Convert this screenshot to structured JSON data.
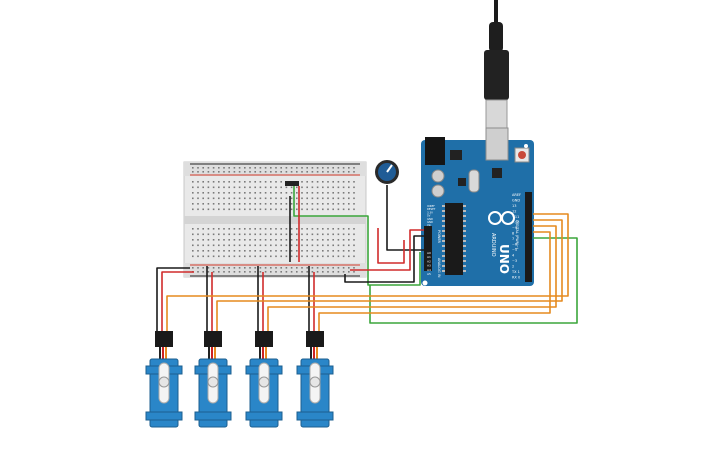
{
  "arduino": {
    "brand": "UNO",
    "maker_text": "ARDUINO",
    "header_digital": "DIGITAL (PWM~)",
    "header_power": "POWER",
    "header_analog": "ANALOG IN",
    "power_pins": [
      "IOREF",
      "RESET",
      "3.3V",
      "5V",
      "GND",
      "GND",
      "Vin"
    ],
    "analog_pins": [
      "A0",
      "A1",
      "A2",
      "A3",
      "A4",
      "A5"
    ],
    "digital_pins": [
      "AREF",
      "GND",
      "13",
      "12",
      "~11",
      "~10",
      "~9",
      "8",
      "7",
      "~6",
      "~5",
      "4",
      "~3",
      "2",
      "TX 1",
      "RX 0"
    ],
    "board_color": "#1f6fa8"
  },
  "breadboard": {
    "rail_positive_color": "#d23a2a",
    "rail_negative_color": "#222222"
  },
  "potentiometer": {
    "knob_color": "#1f5c96"
  },
  "servos": {
    "count": 4,
    "body_color": "#2a86c8"
  },
  "wire_colors": {
    "power": "#d12b2b",
    "ground": "#1a1a1a",
    "signal": "#e58a1f",
    "analog": "#3ba63b"
  }
}
